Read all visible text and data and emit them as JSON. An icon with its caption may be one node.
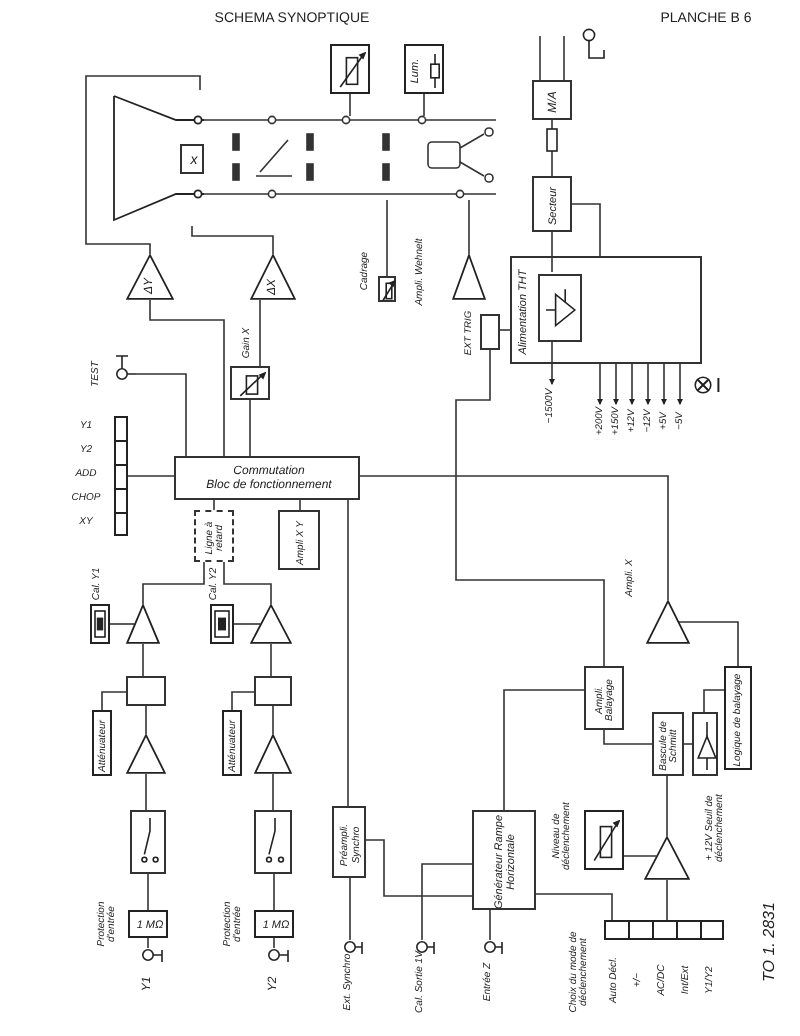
{
  "diagram": {
    "title": "SCHEMA SYNOPTIQUE",
    "nodes": [
      {
        "text": [],
        "shape": "picture"
      },
      {
        "text": [
          "x"
        ],
        "in": 0
      },
      {
        "text": [],
        "shape": "box"
      },
      {
        "text": [
          "Lum."
        ]
      },
      {
        "text": [
          "M/A"
        ]
      },
      {
        "text": [
          "Secteur"
        ]
      },
      {
        "text": [
          "Alimentation THT"
        ]
      },
      {
        "text": [],
        "shape": "box",
        "in": 6
      },
      {
        "text": [
          "ΔY"
        ]
      },
      {
        "text": [
          "ΔX"
        ]
      },
      {
        "text": [],
        "shape": "triangle",
        "beside": [
          "Ampli. Wehnelt"
        ]
      },
      {
        "text": [],
        "shape": "box",
        "beside": [
          "Gain X"
        ]
      },
      {
        "text": [
          "TEST"
        ]
      },
      {
        "text": [],
        "shape": "bar",
        "beside": [
          "Y1",
          "Y2",
          "ADD",
          "CHOP",
          "XY"
        ]
      },
      {
        "text": [
          "Commutation",
          "Bloc de fonctionnement"
        ]
      },
      {
        "text": [
          "Ligne à retard"
        ]
      },
      {
        "text": [
          "Ampli X Y"
        ]
      },
      {
        "text": [],
        "shape": "box",
        "beside": [
          "Cal. Y1"
        ]
      },
      {
        "text": [],
        "shape": "triangle"
      },
      {
        "text": [],
        "shape": "box",
        "beside": [
          "Cal. Y2"
        ]
      },
      {
        "text": [],
        "shape": "triangle"
      },
      {
        "text": [],
        "shape": "box"
      },
      {
        "text": [],
        "shape": "box"
      },
      {
        "text": [
          "Atténuateur"
        ]
      },
      {
        "text": [],
        "shape": "triangle"
      },
      {
        "text": [
          "Atténuateur"
        ]
      },
      {
        "text": [],
        "shape": "triangle"
      },
      {
        "text": [],
        "shape": "box"
      },
      {
        "text": [],
        "shape": "box"
      },
      {
        "text": [
          "1 MΩ"
        ],
        "beside": [
          "Protection d'entrée"
        ]
      },
      {
        "text": [
          "1 MΩ"
        ],
        "beside": [
          "Protection d'entrée"
        ]
      },
      {
        "text": [
          "Y1"
        ]
      },
      {
        "text": [
          "Y2"
        ]
      },
      {
        "text": [
          "Préampli. Synchro"
        ]
      },
      {
        "text": [
          "Ext. Synchro"
        ]
      },
      {
        "text": [
          "Cal. Sortie 1V"
        ]
      },
      {
        "text": [
          "Entrée Z"
        ]
      },
      {
        "text": [
          "Générateur Rampe Horizontale"
        ]
      },
      {
        "text": [],
        "shape": "box",
        "beside": [
          "Niveau de déclenchement"
        ]
      },
      {
        "text": [],
        "shape": "triangle"
      },
      {
        "text": [],
        "shape": "bar",
        "beside": [
          "Choix du mode de déclenchement",
          "Auto Décl.",
          "+/−",
          "AC/DC",
          "Int/Ext",
          "Y1/Y2"
        ]
      },
      {
        "text": [
          "Bascule de Schmitt"
        ]
      },
      {
        "text": [],
        "shape": "box",
        "beside": [
          "+ 12V Seuil de déclenchement"
        ]
      },
      {
        "text": [
          "Logique de balayage"
        ]
      },
      {
        "text": [
          "Ampli. Balayage"
        ]
      },
      {
        "text": [],
        "shape": "triangle",
        "beside": [
          "Ampli. X"
        ]
      },
      {
        "text": [],
        "shape": "box",
        "beside": [
          "EXT TRIG"
        ]
      },
      {
        "text": [],
        "shape": "box",
        "beside": [
          "Cadrage"
        ]
      },
      {
        "text": [],
        "shape": "picture"
      },
      {
        "text": [
          "−1500V"
        ]
      },
      {
        "text": [
          "+200V"
        ]
      },
      {
        "text": [
          "+150V"
        ]
      },
      {
        "text": [
          "+12V"
        ]
      },
      {
        "text": [
          "−12V"
        ]
      },
      {
        "text": [
          "+5V"
        ]
      },
      {
        "text": [
          "−5V"
        ]
      }
    ],
    "edges": [
      {
        "from": 8,
        "to": 0,
        "arrow": "none"
      },
      {
        "from": 9,
        "to": 0,
        "arrow": "none"
      },
      {
        "from": 2,
        "to": 48,
        "arrow": "none"
      },
      {
        "from": 3,
        "to": 48,
        "arrow": "none"
      },
      {
        "from": 10,
        "to": 48,
        "arrow": "none"
      },
      {
        "from": 47,
        "to": 48,
        "arrow": "none"
      },
      {
        "from": 11,
        "to": 9,
        "arrow": "none"
      },
      {
        "from": 12,
        "to": 14,
        "arrow": "none"
      },
      {
        "from": 13,
        "to": 14,
        "arrow": "none"
      },
      {
        "from": 14,
        "to": 8,
        "arrow": "none"
      },
      {
        "from": 14,
        "to": 11,
        "arrow": "none"
      },
      {
        "from": 15,
        "to": 14,
        "arrow": "none"
      },
      {
        "from": 16,
        "to": 14,
        "arrow": "none"
      },
      {
        "from": 18,
        "to": 15,
        "arrow": "none"
      },
      {
        "from": 20,
        "to": 15,
        "arrow": "none"
      },
      {
        "from": 17,
        "to": 18,
        "arrow": "none"
      },
      {
        "from": 19,
        "to": 20,
        "arrow": "none"
      },
      {
        "from": 21,
        "to": 18,
        "arrow": "none"
      },
      {
        "from": 22,
        "to": 20,
        "arrow": "none"
      },
      {
        "from": 24,
        "to": 21,
        "arrow": "none"
      },
      {
        "from": 26,
        "to": 22,
        "arrow": "none"
      },
      {
        "from": 23,
        "to": 21,
        "arrow": "none"
      },
      {
        "from": 25,
        "to": 22,
        "arrow": "none"
      },
      {
        "from": 27,
        "to": 24,
        "arrow": "none"
      },
      {
        "from": 28,
        "to": 26,
        "arrow": "none"
      },
      {
        "from": 29,
        "to": 27,
        "arrow": "none"
      },
      {
        "from": 30,
        "to": 28,
        "arrow": "none"
      },
      {
        "from": 31,
        "to": 29,
        "arrow": "none"
      },
      {
        "from": 32,
        "to": 30,
        "arrow": "none"
      },
      {
        "from": 34,
        "to": 33,
        "arrow": "none"
      },
      {
        "from": 33,
        "to": 37,
        "arrow": "none"
      },
      {
        "from": 35,
        "to": 37,
        "arrow": "none"
      },
      {
        "from": 36,
        "to": 37,
        "arrow": "none"
      },
      {
        "from": 40,
        "to": 37,
        "arrow": "none"
      },
      {
        "from": 40,
        "to": 39,
        "arrow": "none"
      },
      {
        "from": 38,
        "to": 39,
        "arrow": "none"
      },
      {
        "from": 39,
        "to": 41,
        "arrow": "none"
      },
      {
        "from": 41,
        "to": 44,
        "arrow": "none"
      },
      {
        "from": 41,
        "to": 42,
        "arrow": "none"
      },
      {
        "from": 42,
        "to": 43,
        "arrow": "none"
      },
      {
        "from": 44,
        "to": 37,
        "arrow": "none"
      },
      {
        "from": 45,
        "to": 14,
        "arrow": "none"
      },
      {
        "from": 14,
        "to": 33,
        "arrow": "none"
      },
      {
        "from": 46,
        "to": 44,
        "arrow": "none"
      },
      {
        "from": 4,
        "to": 5,
        "arrow": "none"
      },
      {
        "from": 5,
        "to": 7,
        "arrow": "none"
      },
      {
        "from": 5,
        "to": 6,
        "arrow": "none"
      },
      {
        "from": null,
        "to": 4,
        "arrow": "none"
      },
      {
        "from": null,
        "to": 4,
        "arrow": "none"
      },
      {
        "from": 6,
        "to": 50,
        "arrow": "to"
      },
      {
        "from": 6,
        "to": 51,
        "arrow": "to"
      },
      {
        "from": 6,
        "to": 52,
        "arrow": "to"
      },
      {
        "from": 6,
        "to": 53,
        "arrow": "to"
      },
      {
        "from": 6,
        "to": 54,
        "arrow": "to"
      },
      {
        "from": 6,
        "to": 55,
        "arrow": "to"
      },
      {
        "from": 7,
        "to": 49,
        "arrow": "to"
      },
      {
        "from": 46,
        "to": 6,
        "arrow": "none"
      },
      {
        "from": 43,
        "to": 45,
        "arrow": "none"
      }
    ],
    "labels": [
      "PLANCHE B 6",
      "TO 1. 2831"
    ]
  }
}
